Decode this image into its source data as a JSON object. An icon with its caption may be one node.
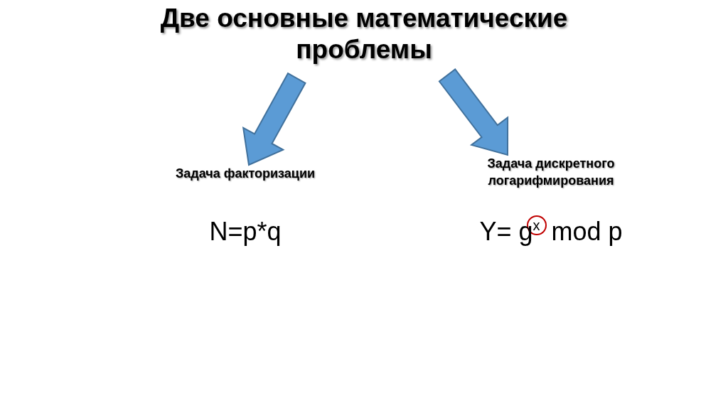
{
  "diagram": {
    "nodes": [
      {
        "text": [
          "Две основные математические проблемы"
        ]
      },
      {
        "text": [
          "Задача факторизации",
          "N=p*q"
        ]
      },
      {
        "text": [
          "Задача дискретного логарифмирования",
          "Y= g$^{x}$ mod p"
        ]
      }
    ],
    "edges": [
      {
        "from": 0,
        "to": 1,
        "arrow": "to",
        "style": "thick"
      },
      {
        "from": 0,
        "to": 2,
        "arrow": "to",
        "style": "thick"
      }
    ]
  }
}
